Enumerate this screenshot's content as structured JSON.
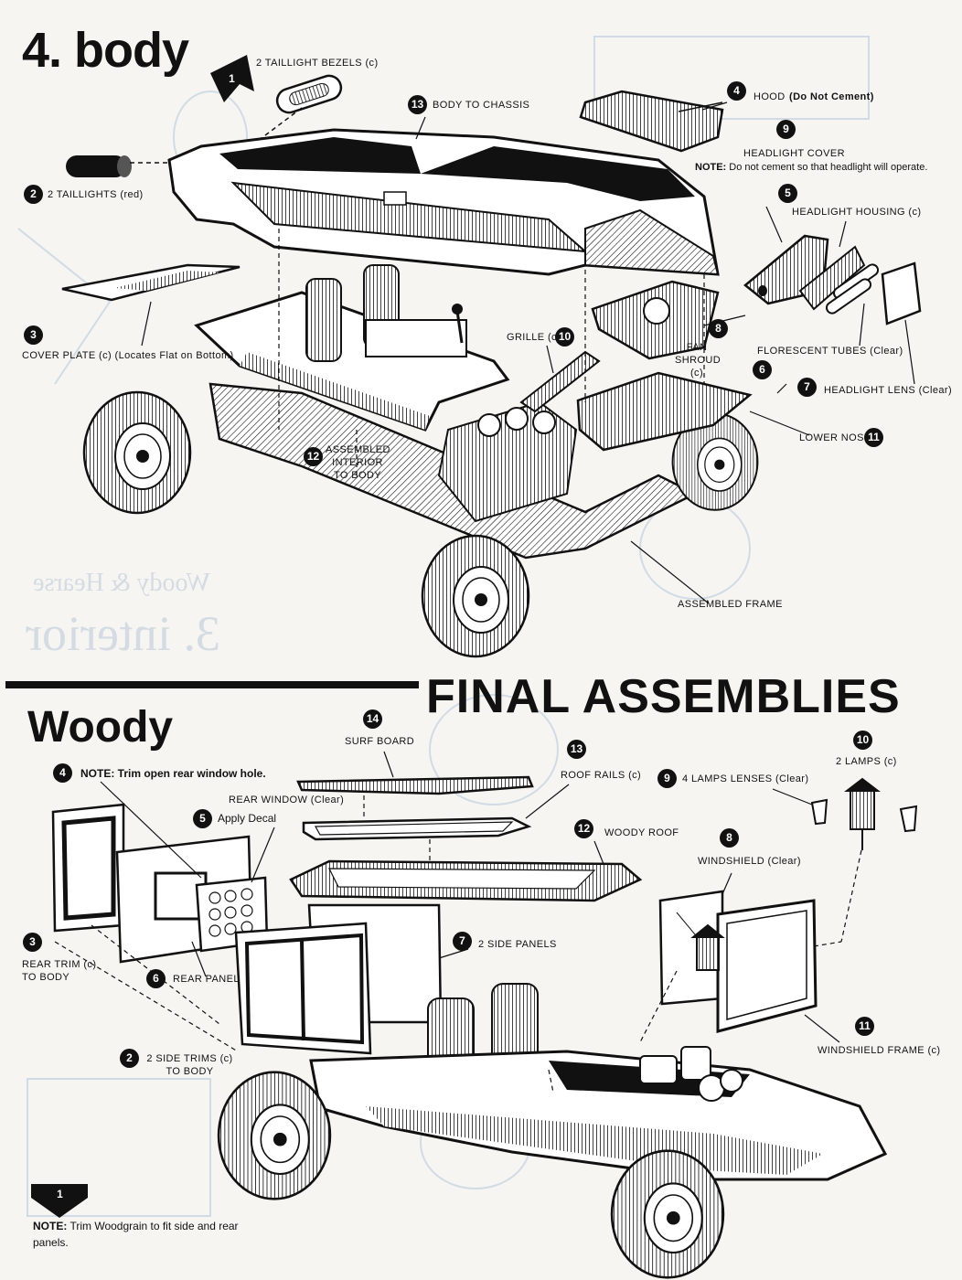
{
  "sections": {
    "body": {
      "title": "4. body",
      "callouts": [
        {
          "num": "1",
          "label": "2 TAILLIGHT BEZELS (c)"
        },
        {
          "num": "2",
          "label": "2 TAILLIGHTS (red)"
        },
        {
          "num": "3",
          "label": "COVER PLATE (c) (Locates Flat on Bottom)"
        },
        {
          "num": "4",
          "label": "HOOD",
          "sub": "(Do Not Cement)"
        },
        {
          "num": "5",
          "label": "HEADLIGHT HOUSING (c)"
        },
        {
          "num": "6",
          "label": ""
        },
        {
          "num": "7",
          "label": "HEADLIGHT LENS (Clear)"
        },
        {
          "num": "8",
          "label": "FAN SHROUD (c)"
        },
        {
          "num": "9",
          "label": "HEADLIGHT COVER"
        },
        {
          "num": "10",
          "label": "GRILLE (c)"
        },
        {
          "num": "11",
          "label": "LOWER NOSE"
        },
        {
          "num": "12",
          "label": "ASSEMBLED INTERIOR TO BODY"
        },
        {
          "num": "13",
          "label": "BODY TO CHASSIS"
        }
      ],
      "florescent": "FLORESCENT TUBES (Clear)",
      "frame": "ASSEMBLED FRAME",
      "note_label": "NOTE:",
      "note_text": "Do not cement so that headlight will operate."
    },
    "final": {
      "title": "FINAL ASSEMBLIES",
      "subtitle": "Woody",
      "callouts": [
        {
          "num": "1",
          "label": ""
        },
        {
          "num": "2",
          "label": "2 SIDE TRIMS (c) TO BODY"
        },
        {
          "num": "3",
          "label": "REAR TRIM (c) TO BODY"
        },
        {
          "num": "4",
          "label": "NOTE: Trim open rear window hole."
        },
        {
          "num": "5",
          "label": "Apply Decal"
        },
        {
          "num": "6",
          "label": "REAR PANEL"
        },
        {
          "num": "7",
          "label": "2 SIDE PANELS"
        },
        {
          "num": "8",
          "label": "WINDSHIELD (Clear)"
        },
        {
          "num": "9",
          "label": "4 LAMPS LENSES (Clear)"
        },
        {
          "num": "10",
          "label": "2 LAMPS (c)"
        },
        {
          "num": "11",
          "label": "WINDSHIELD FRAME (c)"
        },
        {
          "num": "12",
          "label": "WOODY ROOF"
        },
        {
          "num": "13",
          "label": "ROOF RAILS (c)"
        },
        {
          "num": "14",
          "label": "SURF BOARD"
        }
      ],
      "rear_window": "REAR WINDOW (Clear)",
      "bottom_note_label": "NOTE:",
      "bottom_note_text": "Trim Woodgrain to fit side and rear panels."
    }
  },
  "bleed_through": [
    "3. interior",
    "Woody & Hearse"
  ]
}
